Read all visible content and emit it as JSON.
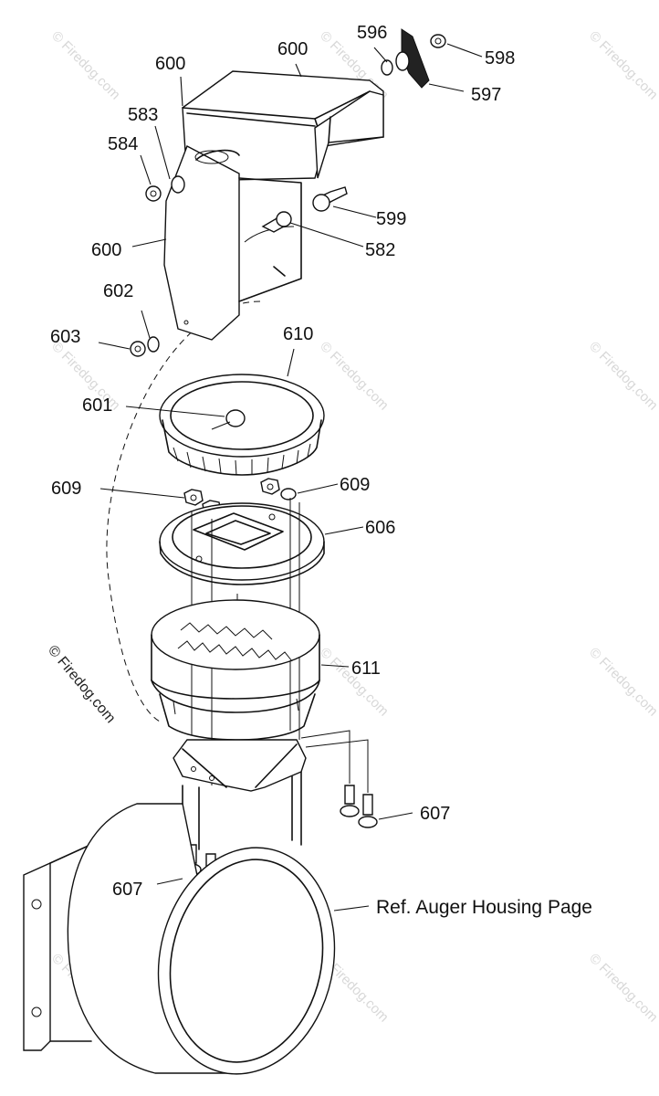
{
  "diagram": {
    "labels": {
      "p596": "596",
      "p598": "598",
      "p597": "597",
      "p600_top": "600",
      "p600_left": "600",
      "p600_side": "600",
      "p583": "583",
      "p584": "584",
      "p599": "599",
      "p582": "582",
      "p602": "602",
      "p603": "603",
      "p610": "610",
      "p601": "601",
      "p609_left": "609",
      "p609_right": "609",
      "p606": "606",
      "p611": "611",
      "p607_right": "607",
      "p607_left": "607"
    },
    "reference_note": "Ref. Auger Housing Page",
    "watermark": "© Firedog.com"
  }
}
